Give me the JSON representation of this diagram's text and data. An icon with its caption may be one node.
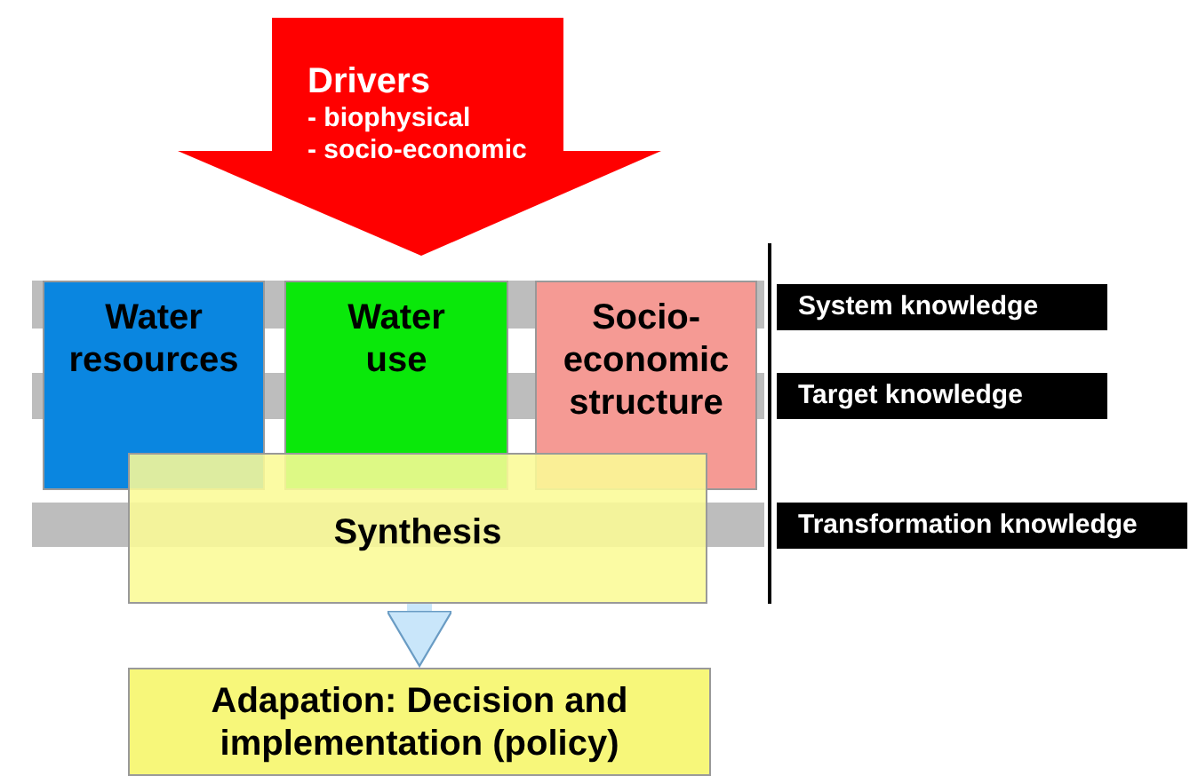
{
  "diagram": {
    "nodes": [
      {
        "text": [
          "Drivers",
          "- biophysical",
          "- socio-economic"
        ]
      },
      {
        "text": [
          "Water resources"
        ]
      },
      {
        "text": [
          "Water use"
        ]
      },
      {
        "text": [
          "Socio-economic structure"
        ]
      },
      {
        "text": [
          "Synthesis"
        ]
      },
      {
        "text": [
          "Adapation: Decision and implementation (policy)"
        ]
      },
      {
        "text": [
          "System knowledge"
        ]
      },
      {
        "text": [
          "Target knowledge"
        ]
      },
      {
        "text": [
          "Transformation knowledge"
        ]
      }
    ],
    "edges": [
      {
        "from": 4,
        "to": 5,
        "arrow": "to"
      }
    ]
  }
}
